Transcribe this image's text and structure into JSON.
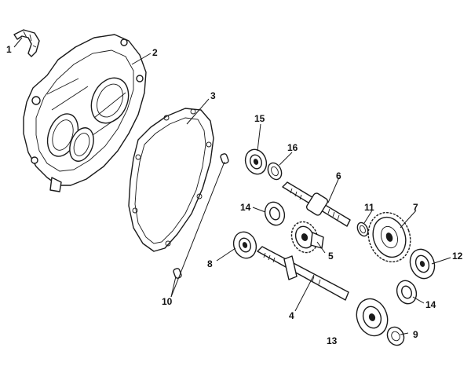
{
  "callouts": [
    {
      "id": "1",
      "label": "1"
    },
    {
      "id": "2",
      "label": "2"
    },
    {
      "id": "3",
      "label": "3"
    },
    {
      "id": "4",
      "label": "4"
    },
    {
      "id": "5",
      "label": "5"
    },
    {
      "id": "6",
      "label": "6"
    },
    {
      "id": "7",
      "label": "7"
    },
    {
      "id": "8",
      "label": "8"
    },
    {
      "id": "9",
      "label": "9"
    },
    {
      "id": "10",
      "label": "10"
    },
    {
      "id": "11",
      "label": "11"
    },
    {
      "id": "12",
      "label": "12"
    },
    {
      "id": "13",
      "label": "13"
    },
    {
      "id": "14a",
      "label": "14"
    },
    {
      "id": "14b",
      "label": "14"
    },
    {
      "id": "15",
      "label": "15"
    },
    {
      "id": "16",
      "label": "16"
    }
  ],
  "colors": {
    "line": "#1a1a1a",
    "background": "#ffffff"
  }
}
